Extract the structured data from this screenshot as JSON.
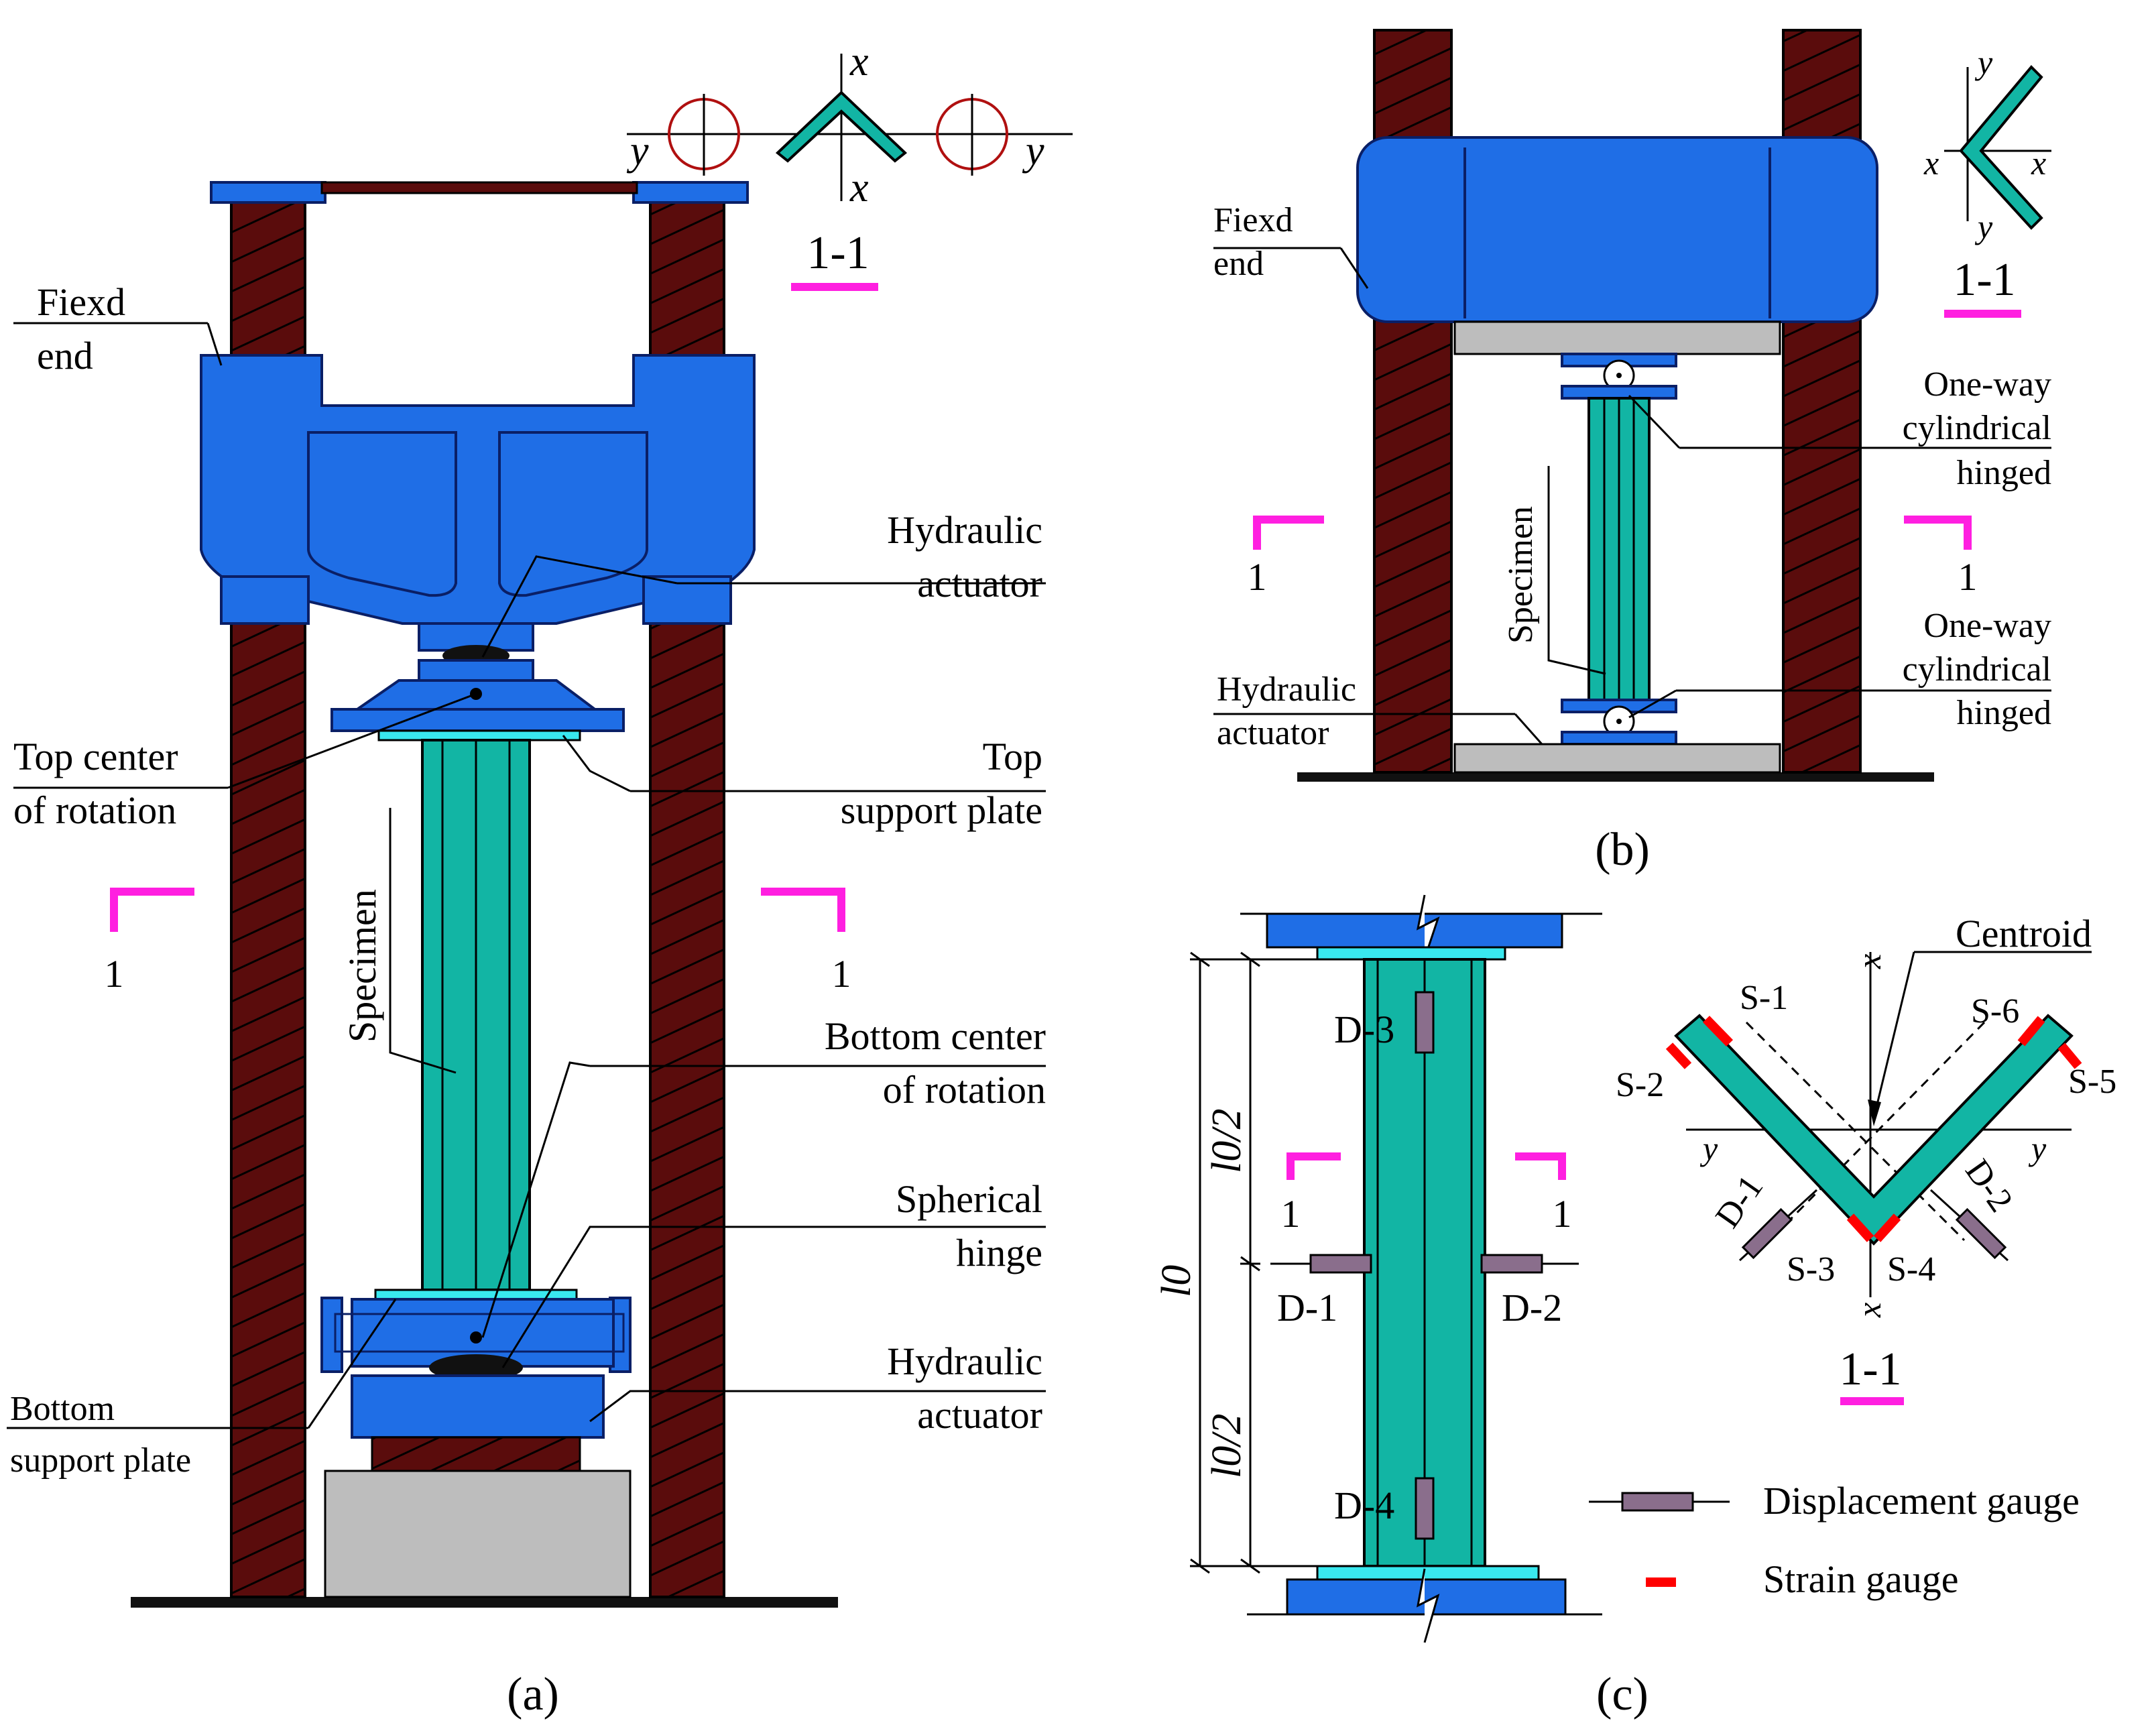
{
  "panel_a": {
    "caption": "(a)",
    "section_label": "1-1",
    "axis_x_top": "x",
    "axis_x_bottom": "x",
    "axis_y_left": "y",
    "axis_y_right": "y",
    "fixed_end": [
      "Fiexd",
      "end"
    ],
    "hydraulic_actuator_top": [
      "Hydraulic",
      "actuator"
    ],
    "top_center_rotation": [
      "Top center",
      "of rotation"
    ],
    "top_support_plate": [
      "Top",
      "support plate"
    ],
    "specimen": "Specimen",
    "section_mark_left": "1",
    "section_mark_right": "1",
    "bottom_center_rotation": [
      "Bottom center",
      "of rotation"
    ],
    "spherical_hinge": [
      "Spherical",
      "hinge"
    ],
    "hydraulic_actuator_bottom": [
      "Hydraulic",
      "actuator"
    ],
    "bottom_support_plate": [
      "Bottom",
      "support plate"
    ]
  },
  "panel_b": {
    "caption": "(b)",
    "section_label": "1-1",
    "axis_y_top": "y",
    "axis_y_bottom": "y",
    "axis_x_left": "x",
    "axis_x_right": "x",
    "fixed_end": [
      "Fiexd",
      "end"
    ],
    "hinge_top": [
      "One-way",
      "cylindrical",
      "hinged"
    ],
    "hinge_bottom": [
      "One-way",
      "cylindrical",
      "hinged"
    ],
    "specimen": "Specimen",
    "hydraulic_actuator": [
      "Hydraulic",
      "actuator"
    ],
    "section_mark_left": "1",
    "section_mark_right": "1"
  },
  "panel_c": {
    "caption": "(c)",
    "length_total": "l0",
    "length_half_top": "l0/2",
    "length_half_bottom": "l0/2",
    "gauges": [
      "D-1",
      "D-2",
      "D-3",
      "D-4"
    ],
    "section_mark_left": "1",
    "section_mark_right": "1",
    "centroid": "Centroid",
    "strain_gauges": [
      "S-1",
      "S-2",
      "S-3",
      "S-4",
      "S-5",
      "S-6"
    ],
    "section_d1": "D-1",
    "section_d2": "D-2",
    "axis_x_top": "x",
    "axis_x_bottom": "x",
    "axis_y_left": "y",
    "axis_y_right": "y",
    "section_label": "1-1",
    "legend": {
      "displacement": "Displacement gauge",
      "strain": "Strain gauge"
    }
  },
  "colors": {
    "frame_blue": "#1f6ee6",
    "column_brown": "#5a0c0c",
    "specimen_teal": "#12b5a4",
    "plate_cyan": "#39e8ef",
    "section_magenta": "#ff1fe0",
    "strain_red": "#ff0000"
  }
}
